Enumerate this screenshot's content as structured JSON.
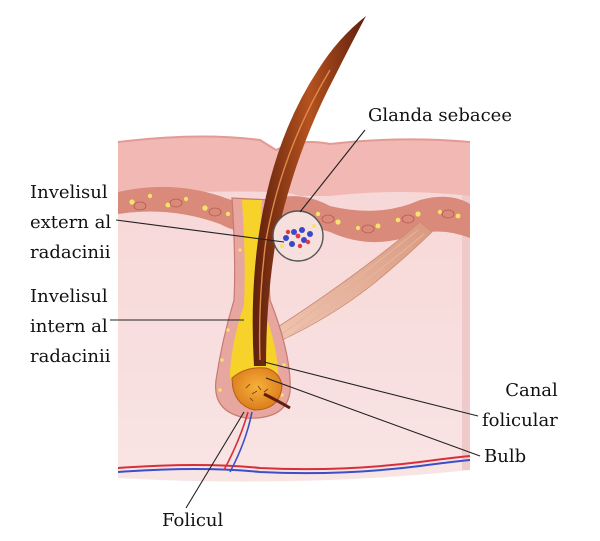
{
  "labels": {
    "sebaceous_gland": "Glanda sebacee",
    "outer_root_sheath": [
      "Invelisul",
      "extern al",
      "radacinii"
    ],
    "inner_root_sheath": [
      "Invelisul",
      "intern al",
      "radacinii"
    ],
    "follicular_canal": [
      "Canal",
      "folicular"
    ],
    "bulb": "Bulb",
    "follicle": "Folicul"
  },
  "colors": {
    "skin_surface": "#f2b8b3",
    "skin_top": "#e8a29d",
    "dermis": "#f9dede",
    "dermis_dark": "#f1c8c8",
    "fat_cells": "#d98a7a",
    "fat_spots": "#f4e26a",
    "hair_shaft": "#7a2a12",
    "hair_light": "#c8642c",
    "follicle_yellow": "#f7d22a",
    "bulb_orange": "#f2a020",
    "muscle": "#e8b39a",
    "artery": "#d6303a",
    "vein": "#3b4fc8",
    "leader_line": "#222222"
  }
}
